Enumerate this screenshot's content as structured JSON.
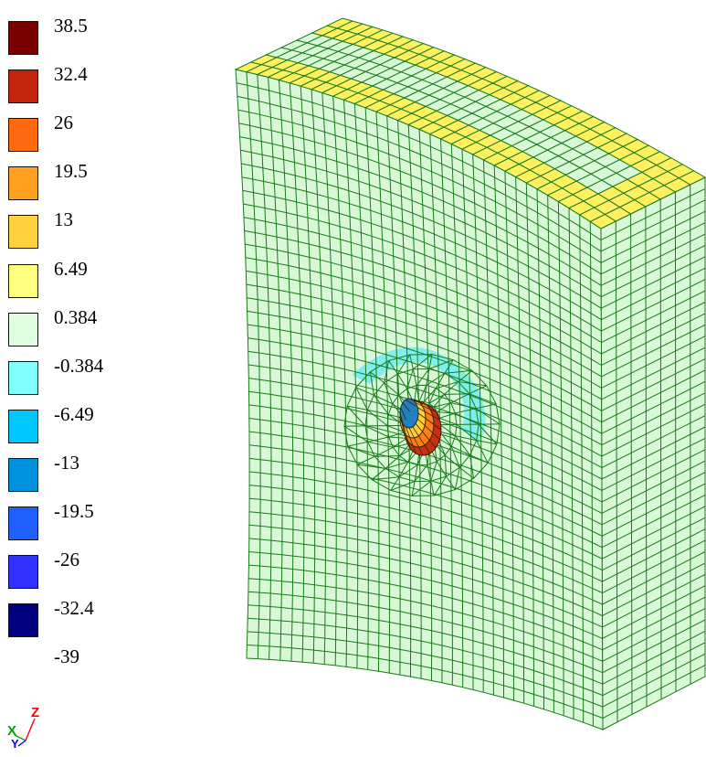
{
  "legend": {
    "labels": [
      "38.5",
      "32.4",
      "26",
      "19.5",
      "13",
      "6.49",
      "0.384",
      "-0.384",
      "-6.49",
      "-13",
      "-19.5",
      "-26",
      "-32.4",
      "-39"
    ],
    "colors": [
      "#7a0000",
      "#c0240a",
      "#ff6a10",
      "#ffa020",
      "#ffd040",
      "#ffff80",
      "#e0ffe0",
      "#80ffff",
      "#00c8ff",
      "#0090e0",
      "#2060ff",
      "#3030ff",
      "#000080"
    ]
  },
  "model": {
    "base_color": "#d8f8d8",
    "edge_color": "#1a7a1a",
    "top_band_color": "#fff060",
    "ring_color": "#70ecf0",
    "hole_colors": [
      "#ffd030",
      "#ff8010",
      "#c83010",
      "#2080c0"
    ]
  },
  "triad": {
    "x_label": "X",
    "y_label": "Y",
    "z_label": "Z",
    "x_color": "#00a000",
    "y_color": "#0000ff",
    "z_color": "#ff0000"
  }
}
